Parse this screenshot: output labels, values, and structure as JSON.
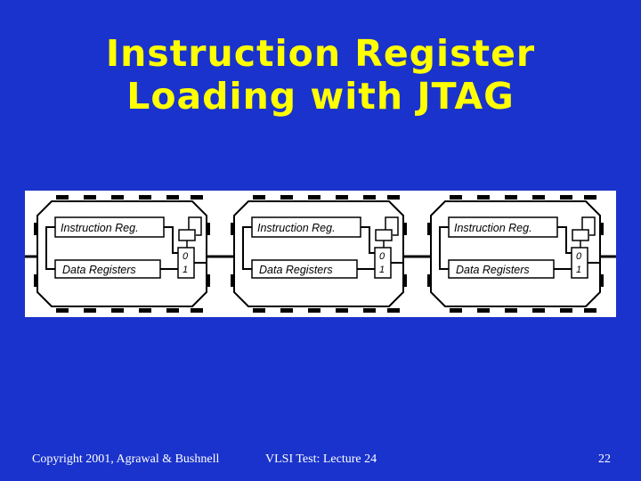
{
  "slide": {
    "title_line1": "Instruction Register",
    "title_line2": "Loading with JTAG"
  },
  "diagram": {
    "chips": [
      {
        "ir_label": "Instruction Reg.",
        "dr_label": "Data Registers",
        "mux_0": "0",
        "mux_1": "1"
      },
      {
        "ir_label": "Instruction Reg.",
        "dr_label": "Data Registers",
        "mux_0": "0",
        "mux_1": "1"
      },
      {
        "ir_label": "Instruction Reg.",
        "dr_label": "Data Registers",
        "mux_0": "0",
        "mux_1": "1"
      }
    ]
  },
  "footer": {
    "copyright": "Copyright 2001, Agrawal & Bushnell",
    "course": "VLSI Test: Lecture 24",
    "page_number": "22"
  }
}
